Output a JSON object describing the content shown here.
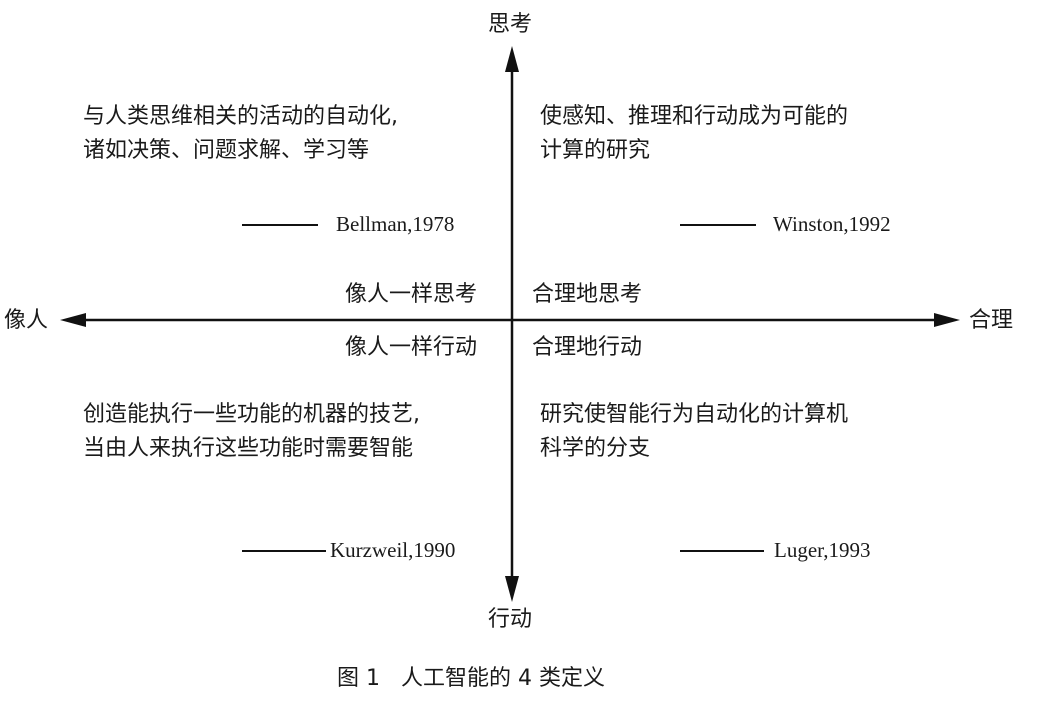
{
  "axes": {
    "top_label": "思考",
    "bottom_label": "行动",
    "left_label": "像人",
    "right_label": "合理"
  },
  "quadrants": {
    "top_left": {
      "definition": [
        "与人类思维相关的活动的自动化,",
        "诸如决策、问题求解、学习等"
      ],
      "citation": "Bellman,1978",
      "label": "像人一样思考"
    },
    "top_right": {
      "definition": [
        "使感知、推理和行动成为可能的",
        "计算的研究"
      ],
      "citation": "Winston,1992",
      "label": "合理地思考"
    },
    "bottom_left": {
      "definition": [
        "创造能执行一些功能的机器的技艺,",
        "当由人来执行这些功能时需要智能"
      ],
      "citation": "Kurzweil,1990",
      "label": "像人一样行动"
    },
    "bottom_right": {
      "definition": [
        "研究使智能行为自动化的计算机",
        "科学的分支"
      ],
      "citation": "Luger,1993",
      "label": "合理地行动"
    }
  },
  "caption": "图 1   人工智能的 4 类定义"
}
